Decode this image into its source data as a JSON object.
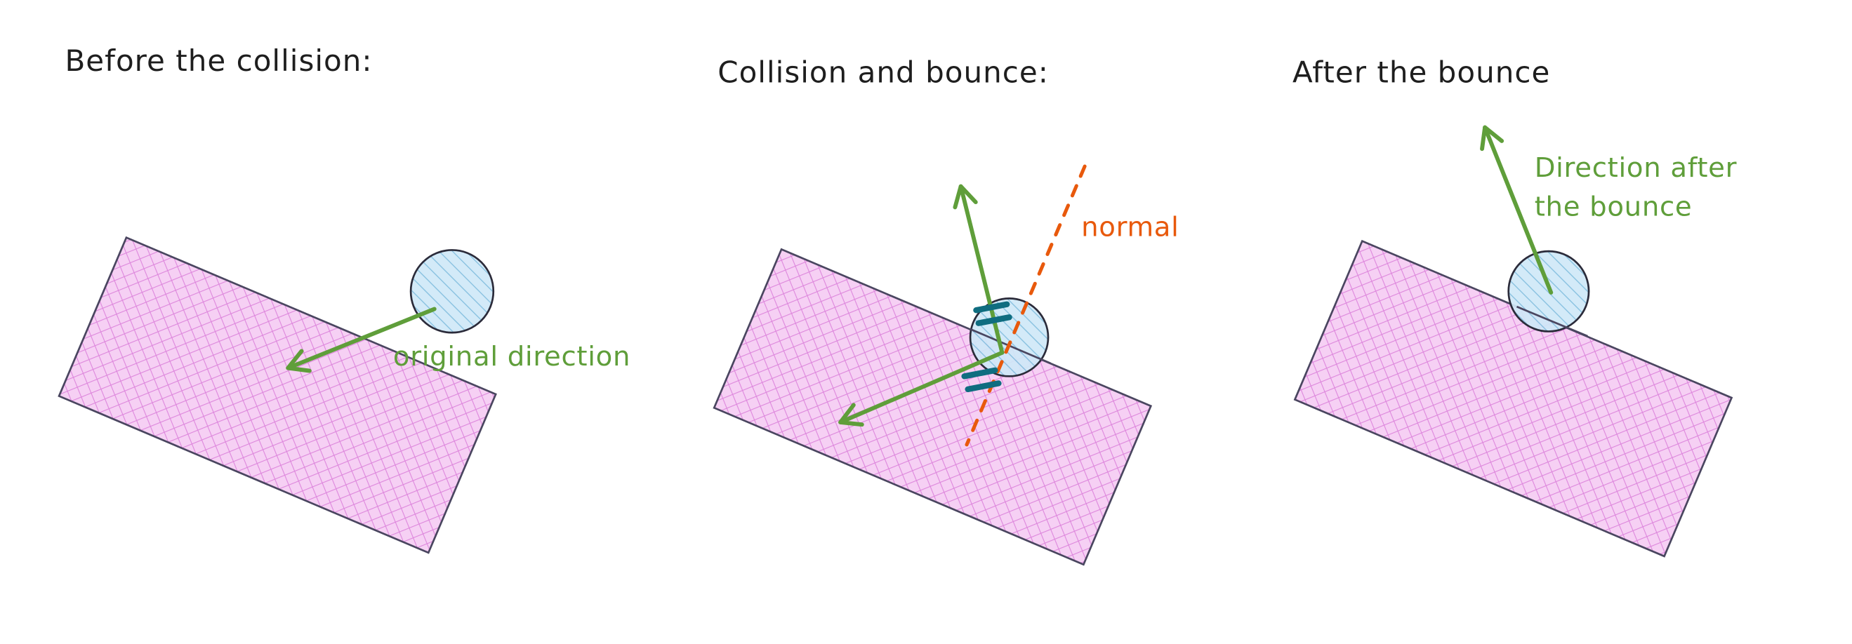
{
  "diagram": {
    "panels": {
      "before": {
        "title": "Before the collision:",
        "arrow_label": "original direction"
      },
      "collision": {
        "title": "Collision and bounce:",
        "normal_label": "normal"
      },
      "after": {
        "title": "After the bounce",
        "label_line1": "Direction after",
        "label_line2": "the bounce"
      }
    },
    "colors": {
      "text_dark": "#1e1e1e",
      "surface_fill": "#f6d0f4",
      "surface_hatch": "#dd86dc",
      "surface_stroke": "#4a4660",
      "ball_fill": "#cfe8f7",
      "ball_hatch": "#7cbbdd",
      "ball_stroke": "#2b2b3a",
      "arrow_green": "#5f9e3a",
      "normal_orange": "#e8590c",
      "angle_teal": "#0f6d80"
    }
  }
}
